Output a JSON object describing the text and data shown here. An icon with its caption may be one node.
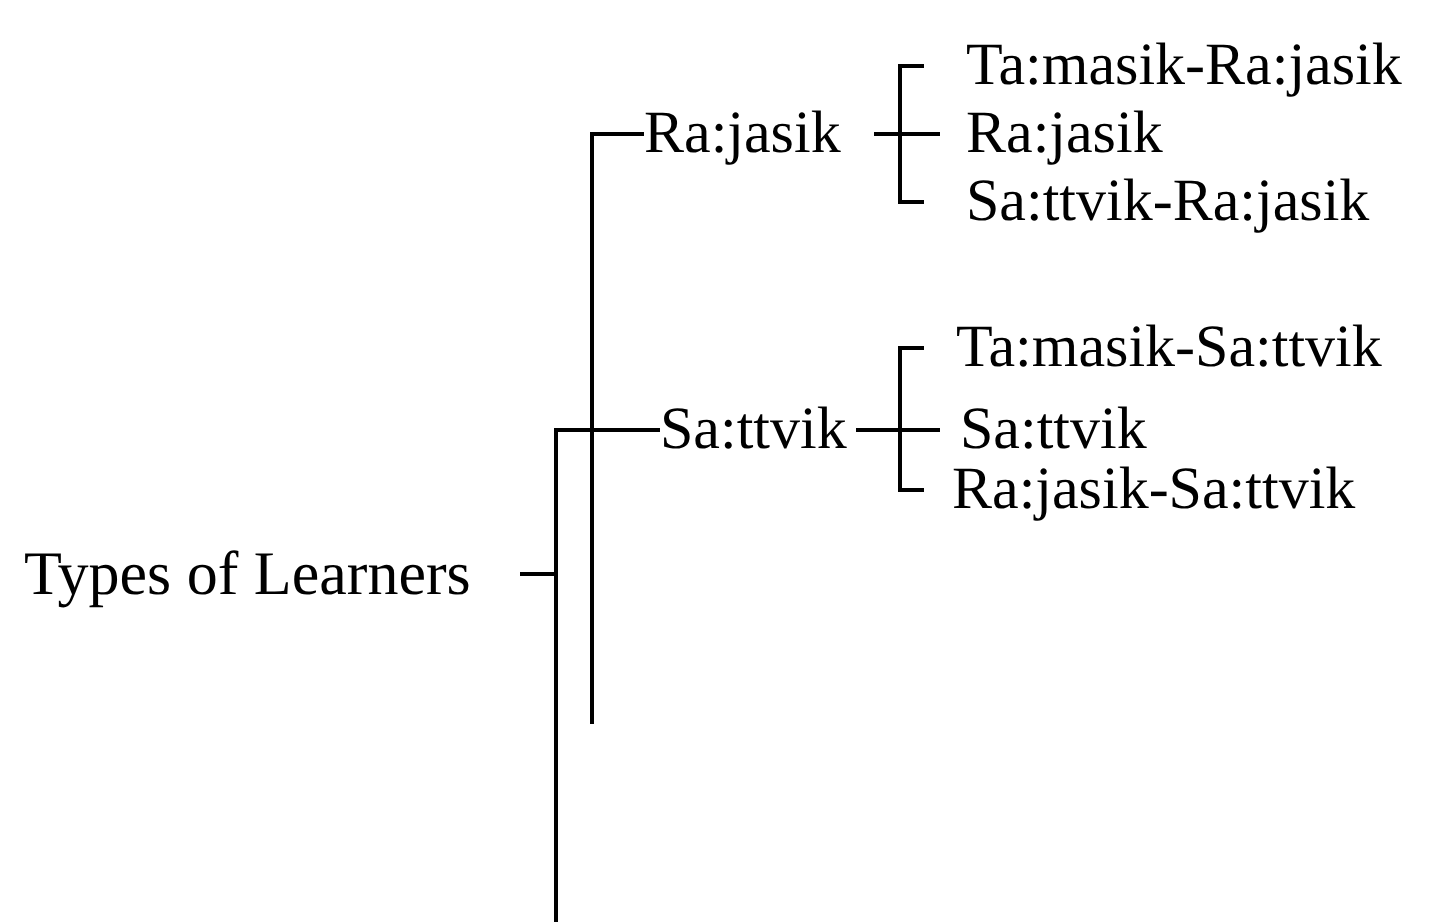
{
  "diagram": {
    "nodes": [
      {
        "text": [
          "Types of Learners"
        ]
      },
      {
        "text": [
          "Ra:jasik"
        ]
      },
      {
        "text": [
          "Ta:masik-Ra:jasik"
        ]
      },
      {
        "text": [
          "Ra:jasik"
        ]
      },
      {
        "text": [
          "Sa:ttvik-Ra:jasik"
        ]
      },
      {
        "text": [
          "Sa:ttvik"
        ]
      },
      {
        "text": [
          "Ta:masik-Sa:ttvik"
        ]
      },
      {
        "text": [
          "Sa:ttvik"
        ]
      },
      {
        "text": [
          "Ra:jasik-Sa:ttvik"
        ]
      }
    ],
    "edges": [
      {
        "from": 0,
        "to": 1,
        "arrow": "none"
      },
      {
        "from": 0,
        "to": 5,
        "arrow": "none"
      },
      {
        "from": 1,
        "to": 2,
        "arrow": "none"
      },
      {
        "from": 1,
        "to": 3,
        "arrow": "none"
      },
      {
        "from": 1,
        "to": 4,
        "arrow": "none"
      },
      {
        "from": 5,
        "to": 6,
        "arrow": "none"
      },
      {
        "from": 5,
        "to": 7,
        "arrow": "none"
      },
      {
        "from": 5,
        "to": 8,
        "arrow": "none"
      }
    ]
  }
}
